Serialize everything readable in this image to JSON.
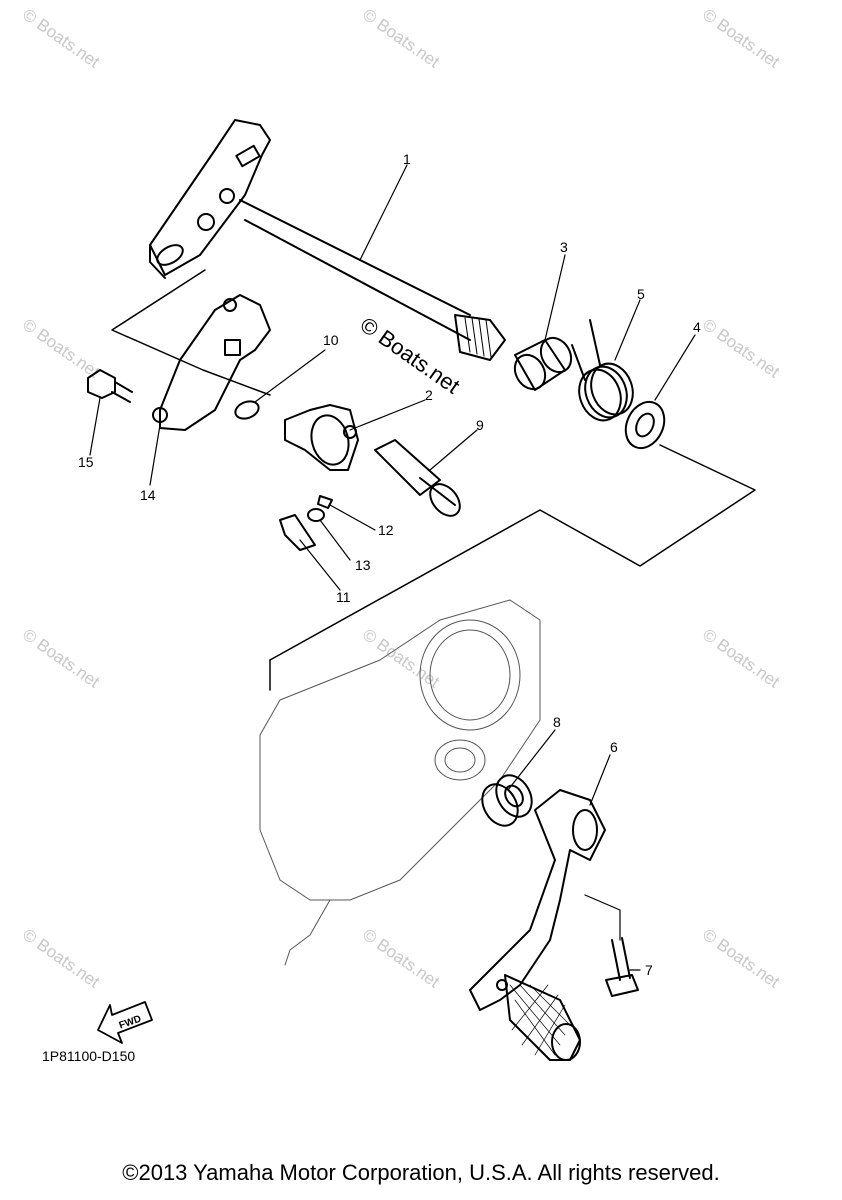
{
  "watermark": {
    "small": "© Boats.net",
    "large": "© Boats.net"
  },
  "callouts": [
    "1",
    "2",
    "3",
    "4",
    "5",
    "6",
    "7",
    "8",
    "9",
    "10",
    "11",
    "12",
    "13",
    "14",
    "15"
  ],
  "fwd_label": "FWD",
  "diagram_code": "1P81100-D150",
  "copyright": "©2013 Yamaha Motor Corporation, U.S.A. All rights reserved."
}
